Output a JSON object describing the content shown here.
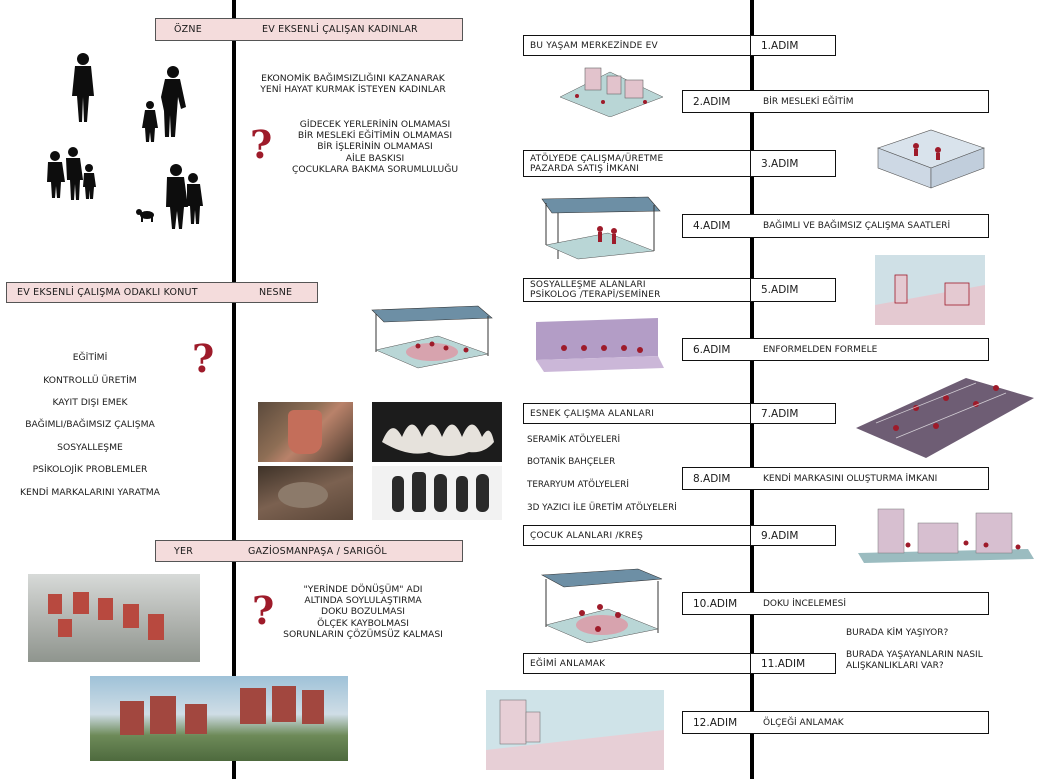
{
  "ozne": {
    "label": "ÖZNE",
    "title": "EV EKSENLİ ÇALIŞAN KADINLAR",
    "desc": "EKONOMİK BAĞIMSIZLIĞINI KAZANARAK\nYENİ HAYAT KURMAK İSTEYEN KADINLAR",
    "problems": "GİDECEK YERLERİNİN OLMAMASI\nBİR MESLEKİ EĞİTİMİN OLMAMASI\nBİR İŞLERİNİN OLMAMASI\nAİLE BASKISI\nÇOCUKLARA BAKMA SORUMLULUĞU"
  },
  "nesne": {
    "title": "EV EKSENLİ ÇALIŞMA ODAKLI KONUT",
    "label": "NESNE",
    "items": [
      "EĞİTİMİ",
      "KONTROLLÜ ÜRETİM",
      "KAYIT DIŞI EMEK",
      "BAĞIMLI/BAĞIMSIZ ÇALIŞMA",
      "SOSYALLEŞME",
      "PSİKOLOJİK PROBLEMLER",
      "KENDİ MARKALARINI YARATMA"
    ]
  },
  "yer": {
    "label": "YER",
    "title": "GAZİOSMANPAŞA / SARIGÖL",
    "problems": "\"YERİNDE DÖNÜŞÜM\" ADI\nALTINDA SOYLULAŞTIRMA\nDOKU BOZULMASI\nÖLÇEK KAYBOLMASI\nSORUNLARIN ÇÖZÜMSÜZ KALMASI"
  },
  "question_mark": "?",
  "left_boxes": {
    "b1": "BU YAŞAM MERKEZİNDE EV",
    "b3": "ATÖLYEDE ÇALIŞMA/ÜRETME\nPAZARDA SATIŞ İMKANI",
    "b5": "SOSYALLEŞME ALANLARI\nPSİKOLOG /TERAPİ/SEMİNER",
    "b7": "ESNEK ÇALIŞMA ALANLARI",
    "b9": "ÇOCUK ALANLARI /KREŞ",
    "b11": "EĞİMİ ANLAMAK"
  },
  "atolye_list": [
    "SERAMİK ATÖLYELERİ",
    "BOTANİK BAHÇELER",
    "TERARYUM ATÖLYELERİ",
    "3D YAZICI İLE ÜRETİM ATÖLYELERİ"
  ],
  "steps": {
    "s1": {
      "num": "1.ADIM",
      "label": ""
    },
    "s2": {
      "num": "2.ADIM",
      "label": "BİR MESLEKİ EĞİTİM"
    },
    "s3": {
      "num": "3.ADIM",
      "label": ""
    },
    "s4": {
      "num": "4.ADIM",
      "label": "BAĞIMLI VE BAĞIMSIZ ÇALIŞMA SAATLERİ"
    },
    "s5": {
      "num": "5.ADIM",
      "label": ""
    },
    "s6": {
      "num": "6.ADIM",
      "label": "ENFORMELDEN FORMELE"
    },
    "s7": {
      "num": "7.ADIM",
      "label": ""
    },
    "s8": {
      "num": "8.ADIM",
      "label": "KENDİ MARKASINI OLUŞTURMA İMKANI"
    },
    "s9": {
      "num": "9.ADIM",
      "label": ""
    },
    "s10": {
      "num": "10.ADIM",
      "label": "DOKU İNCELEMESİ"
    },
    "s11": {
      "num": "11.ADIM",
      "label": ""
    },
    "s12": {
      "num": "12.ADIM",
      "label": "ÖLÇEĞİ ANLAMAK"
    }
  },
  "questions": {
    "q1": "BURADA KİM YAŞIYOR?",
    "q2": "BURADA YAŞAYANLARIN NASIL\nALIŞKANLIKLARI VAR?"
  },
  "colors": {
    "accent": "#9e1b2a",
    "pink": "#f4dcdc",
    "teal": "#b9d6d6",
    "mauve": "#d9b8c4"
  }
}
